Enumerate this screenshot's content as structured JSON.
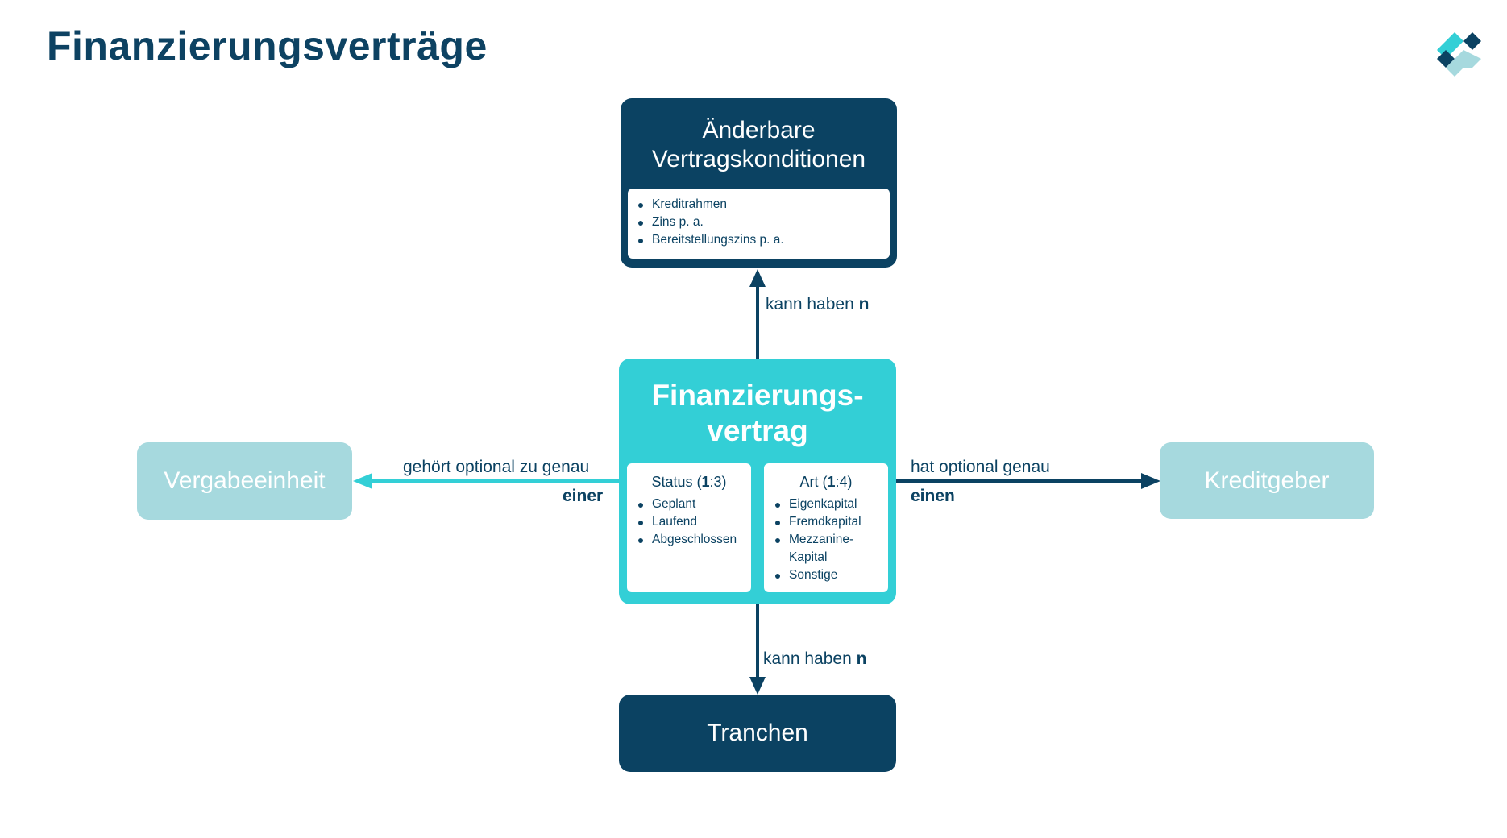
{
  "page": {
    "title": "Finanzierungsverträge"
  },
  "nodes": {
    "top": {
      "title": "Änderbare Vertragskonditionen",
      "items": [
        "Kreditrahmen",
        "Zins p. a.",
        "Bereitstellungszins p. a."
      ]
    },
    "center": {
      "title_line1": "Finanzierungs-",
      "title_line2": "vertrag",
      "status": {
        "title_prefix": "Status (",
        "title_bold": "1",
        "title_suffix": ":3)",
        "items": [
          "Geplant",
          "Laufend",
          "Abgeschlossen"
        ]
      },
      "art": {
        "title_prefix": "Art (",
        "title_bold": "1",
        "title_suffix": ":4)",
        "items": [
          "Eigenkapital",
          "Fremdkapital",
          "Mezzanine-Kapital",
          "Sonstige"
        ]
      }
    },
    "left": {
      "title": "Vergabeeinheit"
    },
    "right": {
      "title": "Kreditgeber"
    },
    "bottom": {
      "title": "Tranchen"
    }
  },
  "edges": {
    "up": {
      "text": "kann haben ",
      "bold": "n"
    },
    "down": {
      "text": "kann haben ",
      "bold": "n"
    },
    "left": {
      "text": "gehört optional zu genau",
      "bold": "einer"
    },
    "right": {
      "text": "hat optional genau",
      "bold": "einen"
    }
  },
  "colors": {
    "navy": "#0b4262",
    "cyan": "#33cfd6",
    "light": "#a6d9de"
  }
}
